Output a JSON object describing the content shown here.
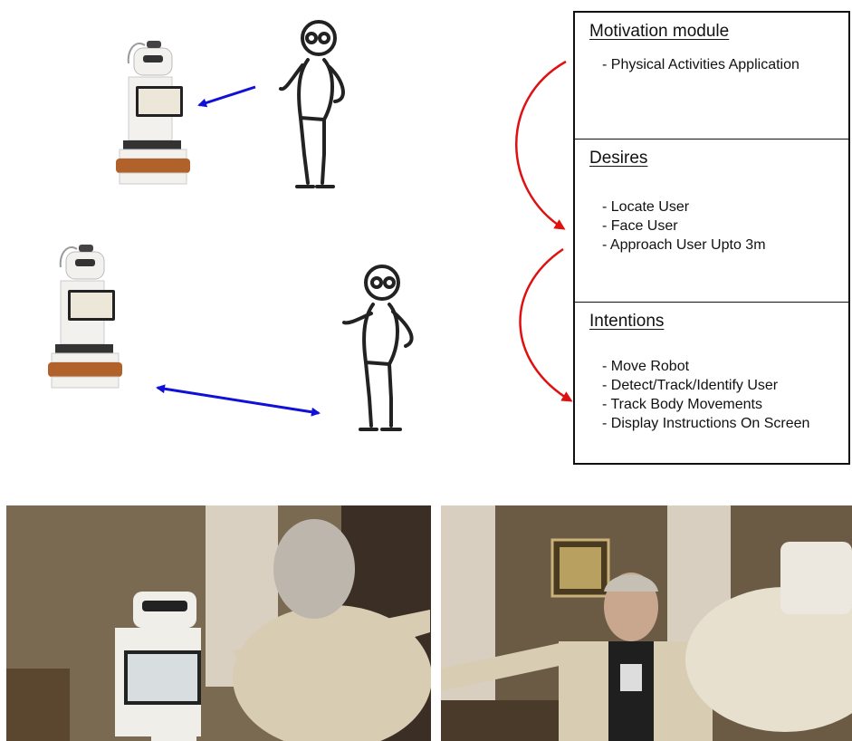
{
  "modules": {
    "motivation": {
      "title": "Motivation module",
      "items": [
        "Physical Activities Application"
      ]
    },
    "desires": {
      "title": "Desires",
      "items": [
        "Locate User",
        "Face User",
        "Approach User Upto 3m"
      ]
    },
    "intentions": {
      "title": "Intentions",
      "items": [
        "Move Robot",
        "Detect/Track/Identify User",
        "Track Body Movements",
        "Display Instructions On Screen"
      ]
    }
  },
  "colors": {
    "flow_arrow": "#e01010",
    "interaction_arrow": "#1010d8",
    "robot_orange": "#b0622a",
    "robot_white": "#f2f1ee",
    "outline": "#222222"
  },
  "icons": [
    "robot-icon",
    "elderly-man-icon"
  ],
  "photos": [
    {
      "name": "photo-user-exercising-with-robot-back-view"
    },
    {
      "name": "photo-user-exercising-front-view"
    }
  ]
}
